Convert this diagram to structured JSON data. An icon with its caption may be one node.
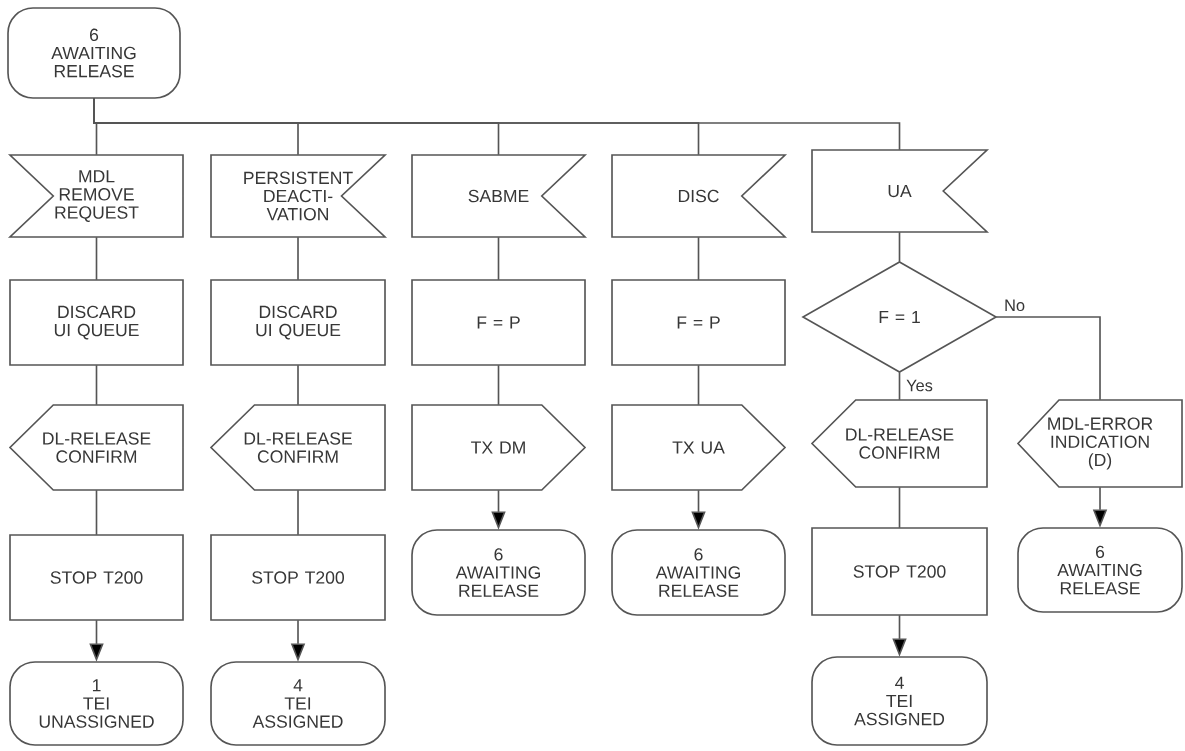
{
  "diagram": {
    "nodes": [
      {
        "text": [
          "6",
          "AWAITING RELEASE"
        ]
      },
      {
        "text": [
          "MDL REMOVE REQUEST"
        ]
      },
      {
        "text": [
          "DISCARD UI QUEUE"
        ]
      },
      {
        "text": [
          "DL-RELEASE CONFIRM"
        ]
      },
      {
        "text": [
          "STOP T200"
        ]
      },
      {
        "text": [
          "1",
          "TEI UNASSIGNED"
        ]
      },
      {
        "text": [
          "PERSISTENT DEACTI- VATION"
        ]
      },
      {
        "text": [
          "DISCARD UI QUEUE"
        ]
      },
      {
        "text": [
          "DL-RELEASE CONFIRM"
        ]
      },
      {
        "text": [
          "STOP T200"
        ]
      },
      {
        "text": [
          "4",
          "TEI ASSIGNED"
        ]
      },
      {
        "text": [
          "SABME"
        ]
      },
      {
        "text": [
          "F = P"
        ]
      },
      {
        "text": [
          "TX DM"
        ]
      },
      {
        "text": [
          "6",
          "AWAITING RELEASE"
        ]
      },
      {
        "text": [
          "DISC"
        ]
      },
      {
        "text": [
          "F = P"
        ]
      },
      {
        "text": [
          "TX UA"
        ]
      },
      {
        "text": [
          "6",
          "AWAITING RELEASE"
        ]
      },
      {
        "text": [
          "UA"
        ]
      },
      {
        "text": [
          "F = 1"
        ]
      },
      {
        "text": [
          "DL-RELEASE CONFIRM"
        ]
      },
      {
        "text": [
          "STOP T200"
        ]
      },
      {
        "text": [
          "4",
          "TEI ASSIGNED"
        ]
      },
      {
        "text": [
          "MDL-ERROR INDICATION (D)"
        ]
      },
      {
        "text": [
          "6",
          "AWAITING RELEASE"
        ]
      }
    ],
    "edges": [
      {
        "from": 0,
        "to": 1,
        "arrow": "none"
      },
      {
        "from": 0,
        "to": 6,
        "arrow": "none"
      },
      {
        "from": 0,
        "to": 11,
        "arrow": "none"
      },
      {
        "from": 0,
        "to": 15,
        "arrow": "none"
      },
      {
        "from": 0,
        "to": 19,
        "arrow": "none"
      },
      {
        "from": 1,
        "to": 2,
        "arrow": "none"
      },
      {
        "from": 2,
        "to": 3,
        "arrow": "none"
      },
      {
        "from": 3,
        "to": 4,
        "arrow": "none"
      },
      {
        "from": 4,
        "to": 5,
        "arrow": "to"
      },
      {
        "from": 6,
        "to": 7,
        "arrow": "none"
      },
      {
        "from": 7,
        "to": 8,
        "arrow": "none"
      },
      {
        "from": 8,
        "to": 9,
        "arrow": "none"
      },
      {
        "from": 9,
        "to": 10,
        "arrow": "to"
      },
      {
        "from": 11,
        "to": 12,
        "arrow": "none"
      },
      {
        "from": 12,
        "to": 13,
        "arrow": "none"
      },
      {
        "from": 13,
        "to": 14,
        "arrow": "to"
      },
      {
        "from": 15,
        "to": 16,
        "arrow": "none"
      },
      {
        "from": 16,
        "to": 17,
        "arrow": "none"
      },
      {
        "from": 17,
        "to": 18,
        "arrow": "to"
      },
      {
        "from": 19,
        "to": 20,
        "arrow": "none"
      },
      {
        "from": 20,
        "to": 21,
        "label": "Yes",
        "arrow": "none"
      },
      {
        "from": 20,
        "to": 24,
        "label": "No",
        "arrow": "none"
      },
      {
        "from": 21,
        "to": 22,
        "arrow": "none"
      },
      {
        "from": 22,
        "to": 23,
        "arrow": "to"
      },
      {
        "from": 24,
        "to": 25,
        "arrow": "to"
      }
    ]
  }
}
